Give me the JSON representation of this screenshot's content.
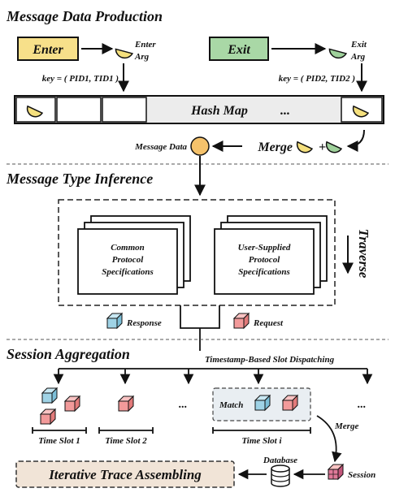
{
  "sections": {
    "production": "Message Data Production",
    "inference": "Message Type Inference",
    "aggregation": "Session Aggregation"
  },
  "production": {
    "enter_label": "Enter",
    "enter_arg": [
      "Enter",
      "Arg"
    ],
    "exit_label": "Exit",
    "exit_arg": [
      "Exit",
      "Arg"
    ],
    "key_left": "key = ( PID1, TID1 )",
    "key_right": "key = ( PID2, TID2 )",
    "hashmap_label": "Hash Map",
    "hashmap_ellipsis": "...",
    "merge_label": "Merge",
    "plus": "+",
    "message_data": "Message Data"
  },
  "inference": {
    "common_spec": [
      "Common",
      "Protocol",
      "Specifications"
    ],
    "user_spec": [
      "User-Supplied",
      "Protocol",
      "Specifications"
    ],
    "traverse": "Traverse",
    "response": "Response",
    "request": "Request"
  },
  "aggregation": {
    "dispatch_label": "Timestamp-Based Slot Dispatching",
    "slot1": "Time Slot 1",
    "slot2": "Time Slot 2",
    "sloti": "Time Slot i",
    "ellipsis_mid": "...",
    "ellipsis_right": "...",
    "match": "Match",
    "merge": "Merge",
    "session": "Session",
    "database": "Database",
    "iterative": "Iterative Trace Assembling"
  },
  "colors": {
    "enter_fill": "#f7e08a",
    "exit_fill": "#a9d8a6",
    "yellow_half": "#f5e07d",
    "green_half": "#9fd19b",
    "orange_circle": "#f5c26b",
    "blue_cube": "#9fd3e6",
    "red_cube": "#f29a9a",
    "hash_box": "#ececec",
    "match_box": "#e9eef2",
    "iterative_box": "#f1e4d7"
  }
}
